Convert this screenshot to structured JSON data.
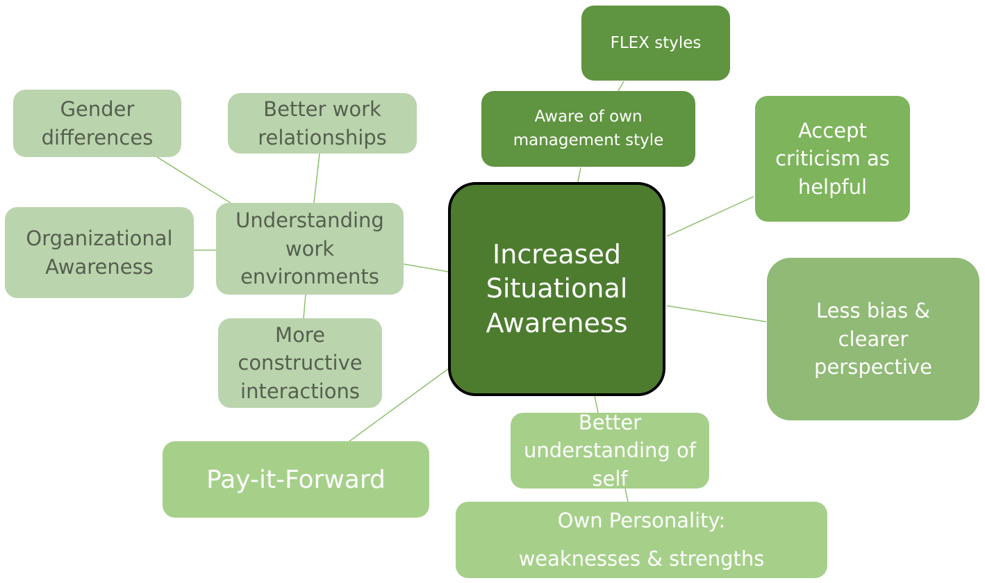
{
  "center": {
    "lines": [
      "Increased",
      "Situational",
      "Awareness"
    ]
  },
  "nodes": {
    "flex_styles": {
      "lines": [
        "FLEX styles"
      ]
    },
    "aware_own_style": {
      "lines": [
        "Aware of own",
        "management style"
      ]
    },
    "accept_criticism": {
      "lines": [
        "Accept",
        "criticism as",
        "helpful"
      ]
    },
    "less_bias": {
      "lines": [
        "Less bias &",
        "clearer",
        "perspective"
      ]
    },
    "better_understanding_self": {
      "lines": [
        "Better",
        "understanding of",
        "self"
      ]
    },
    "own_personality": {
      "lines": [
        "Own Personality:",
        "weaknesses & strengths"
      ]
    },
    "pay_it_forward": {
      "lines": [
        "Pay-it-Forward"
      ]
    },
    "understanding_work": {
      "lines": [
        "Understanding",
        "work",
        "environments"
      ]
    },
    "gender_differences": {
      "lines": [
        "Gender",
        "differences"
      ]
    },
    "better_work_relationships": {
      "lines": [
        "Better work",
        "relationships"
      ]
    },
    "organizational_awareness": {
      "lines": [
        "Organizational",
        "Awareness"
      ]
    },
    "more_constructive": {
      "lines": [
        "More",
        "constructive",
        "interactions"
      ]
    }
  },
  "colors": {
    "center": "#4d7c2f",
    "dark": "#5f9440",
    "mid": "#7db45c",
    "medium": "#90ba76",
    "light": "#a6d08a",
    "pale": "#bad4ad",
    "connector": "#8cc06c"
  }
}
